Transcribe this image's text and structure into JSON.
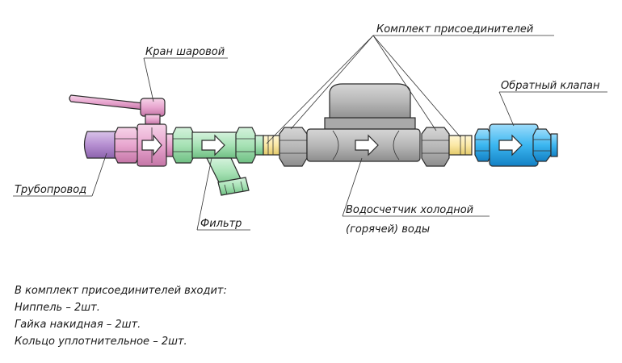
{
  "labels": {
    "kit": "Комплект присоединителей",
    "valve": "Кран шаровой",
    "check_valve": "Обратный клапан",
    "pipeline": "Трубопровод",
    "filter": "Фильтр",
    "meter_line1": "Водосчетчик холодной",
    "meter_line2": "(горячей) воды"
  },
  "notes": {
    "title": "В комплект присоединителей входит:",
    "items": [
      "Ниппель  – 2шт.",
      "Гайка накидная  – 2шт.",
      "Кольцо уплотнительное  – 2шт."
    ]
  },
  "colors": {
    "pipe": "#b68fd1",
    "valve": "#e8a6cf",
    "handle": "#e6a0c4",
    "fitting": "#a7e2b5",
    "filter": "#b2e6a8",
    "meter_body": "#b9b9b9",
    "meter_top": "#a0a0a0",
    "nipple": "#fbe8a6",
    "check_valve": "#3bb6f0",
    "arrow_fill": "#ffffff"
  }
}
